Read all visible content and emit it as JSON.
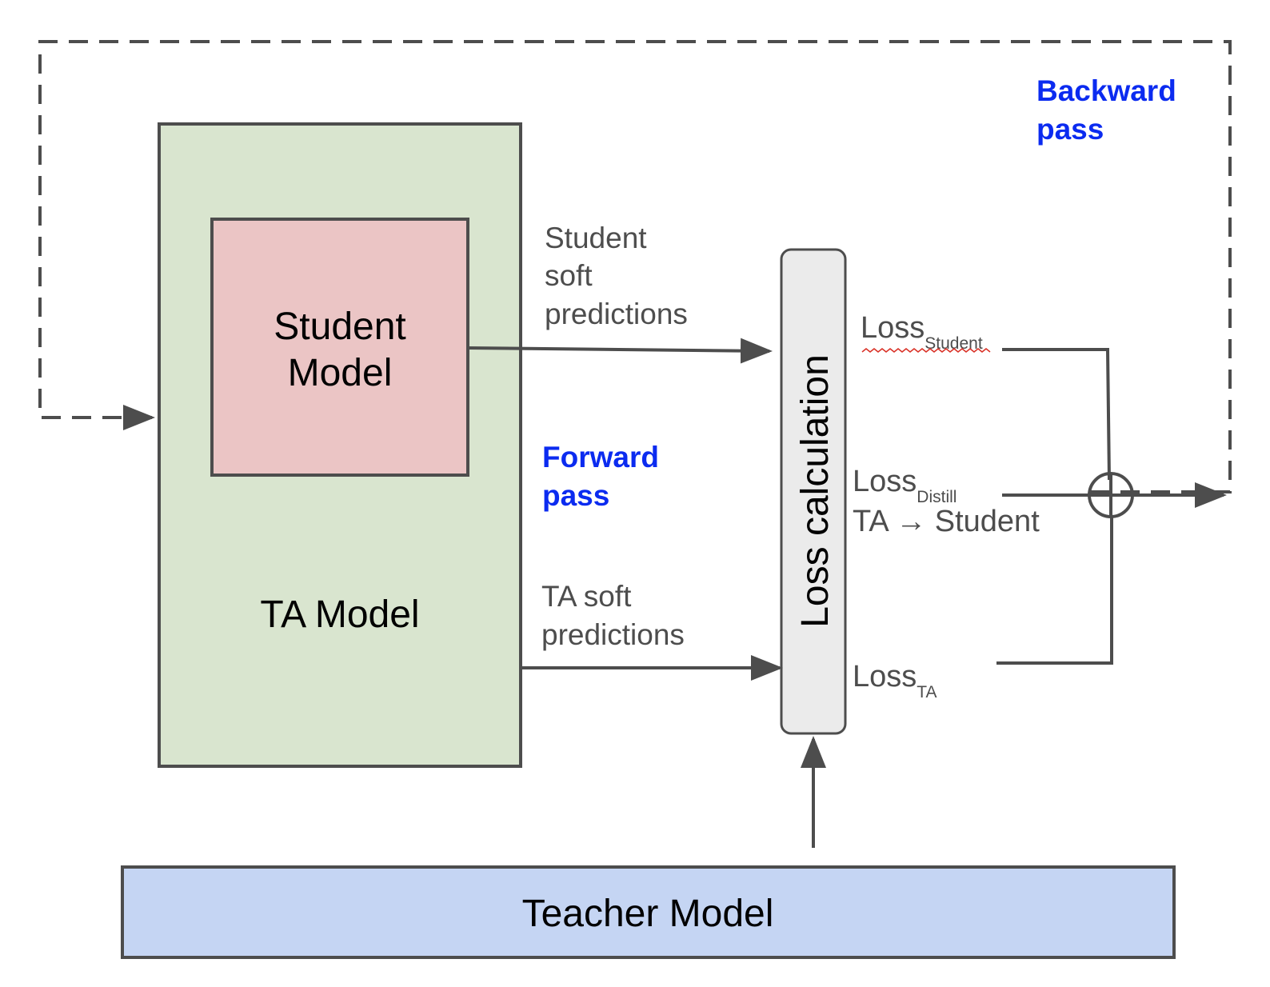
{
  "colors": {
    "ta_fill": "#d9e5cf",
    "student_fill": "#ebc5c5",
    "loss_fill": "#ebebeb",
    "teacher_fill": "#c5d5f3",
    "stroke": "#4d4d4d",
    "pass_label": "#0b2bf0",
    "spellcheck_underline": "#d93025"
  },
  "boxes": {
    "ta_model": "TA Model",
    "student_model_line1": "Student",
    "student_model_line2": "Model",
    "loss_calculation": "Loss calculation",
    "teacher_model": "Teacher Model"
  },
  "edge_labels": {
    "student_soft_line1": "Student",
    "student_soft_line2": "soft",
    "student_soft_line3": "predictions",
    "ta_soft_line1": "TA soft",
    "ta_soft_line2": "predictions"
  },
  "passes": {
    "forward_line1": "Forward",
    "forward_line2": "pass",
    "backward_line1": "Backward",
    "backward_line2": "pass"
  },
  "losses": {
    "student_main": "Loss",
    "student_sub": "Student",
    "distill_main": "Loss",
    "distill_sub": "Distill",
    "distill_line2": "TA → Student",
    "ta_main": "Loss",
    "ta_sub": "TA"
  },
  "icons": {
    "sum_node": "circle-plus-icon",
    "arrowhead": "arrowhead-icon"
  }
}
